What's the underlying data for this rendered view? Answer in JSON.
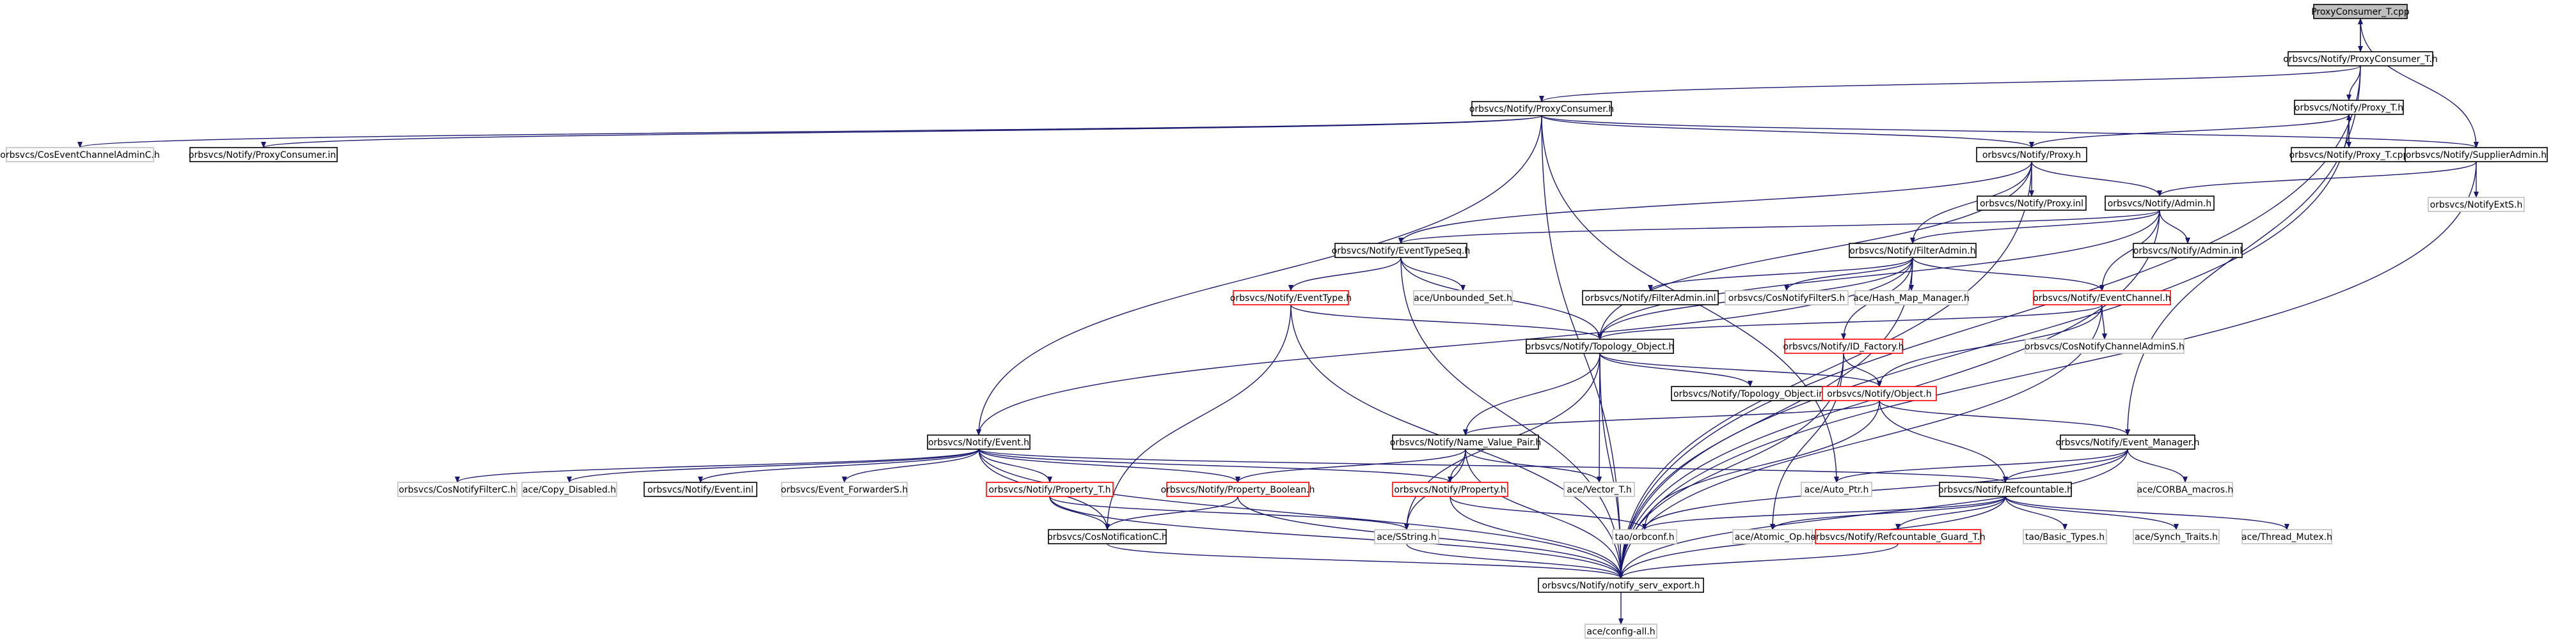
{
  "colors": {
    "edge": "#191970",
    "border_normal": "#000000",
    "border_truncated": "#ff0000",
    "border_external": "#bfbfbf",
    "root_fill": "#bfbfbf",
    "node_fill": "#ffffff"
  },
  "nodes": [
    {
      "id": "root",
      "label": "ProxyConsumer_T.cpp",
      "kind": "root"
    },
    {
      "id": "pct_h",
      "label": "orbsvcs/Notify/ProxyConsumer_T.h",
      "kind": "normal"
    },
    {
      "id": "pc_h",
      "label": "orbsvcs/Notify/ProxyConsumer.h",
      "kind": "normal"
    },
    {
      "id": "proxy_t_h",
      "label": "orbsvcs/Notify/Proxy_T.h",
      "kind": "normal"
    },
    {
      "id": "proxy_t_cpp",
      "label": "orbsvcs/Notify/Proxy_T.cpp",
      "kind": "normal"
    },
    {
      "id": "supadmin_h",
      "label": "orbsvcs/Notify/SupplierAdmin.h",
      "kind": "normal"
    },
    {
      "id": "cosecac",
      "label": "orbsvcs/CosEventChannelAdminC.h",
      "kind": "external"
    },
    {
      "id": "pc_inl",
      "label": "orbsvcs/Notify/ProxyConsumer.inl",
      "kind": "normal"
    },
    {
      "id": "proxy_h",
      "label": "orbsvcs/Notify/Proxy.h",
      "kind": "normal"
    },
    {
      "id": "notifyexts",
      "label": "orbsvcs/NotifyExtS.h",
      "kind": "external"
    },
    {
      "id": "proxy_inl",
      "label": "orbsvcs/Notify/Proxy.inl",
      "kind": "normal"
    },
    {
      "id": "admin_h",
      "label": "orbsvcs/Notify/Admin.h",
      "kind": "normal"
    },
    {
      "id": "evtseq_h",
      "label": "orbsvcs/Notify/EventTypeSeq.h",
      "kind": "normal"
    },
    {
      "id": "filteradmin_h",
      "label": "orbsvcs/Notify/FilterAdmin.h",
      "kind": "normal"
    },
    {
      "id": "admin_inl",
      "label": "orbsvcs/Notify/Admin.inl",
      "kind": "normal"
    },
    {
      "id": "eventtype_h",
      "label": "orbsvcs/Notify/EventType.h",
      "kind": "truncated"
    },
    {
      "id": "unbounded_set",
      "label": "ace/Unbounded_Set.h",
      "kind": "external"
    },
    {
      "id": "filteradmin_inl",
      "label": "orbsvcs/Notify/FilterAdmin.inl",
      "kind": "normal"
    },
    {
      "id": "cosnotifyfilters",
      "label": "orbsvcs/CosNotifyFilterS.h",
      "kind": "external"
    },
    {
      "id": "hash_map",
      "label": "ace/Hash_Map_Manager.h",
      "kind": "external"
    },
    {
      "id": "eventchannel_h",
      "label": "orbsvcs/Notify/EventChannel.h",
      "kind": "truncated"
    },
    {
      "id": "cosnotifychannels",
      "label": "orbsvcs/CosNotifyChannelAdminS.h",
      "kind": "external"
    },
    {
      "id": "topo_h",
      "label": "orbsvcs/Notify/Topology_Object.h",
      "kind": "normal"
    },
    {
      "id": "idfactory_h",
      "label": "orbsvcs/Notify/ID_Factory.h",
      "kind": "truncated"
    },
    {
      "id": "topo_inl",
      "label": "orbsvcs/Notify/Topology_Object.inl",
      "kind": "normal"
    },
    {
      "id": "object_h",
      "label": "orbsvcs/Notify/Object.h",
      "kind": "truncated"
    },
    {
      "id": "event_h",
      "label": "orbsvcs/Notify/Event.h",
      "kind": "normal"
    },
    {
      "id": "nvpair_h",
      "label": "orbsvcs/Notify/Name_Value_Pair.h",
      "kind": "normal"
    },
    {
      "id": "evmgr_h",
      "label": "orbsvcs/Notify/Event_Manager.h",
      "kind": "normal"
    },
    {
      "id": "cosnotifyfilterc",
      "label": "orbsvcs/CosNotifyFilterC.h",
      "kind": "external"
    },
    {
      "id": "copy_disabled",
      "label": "ace/Copy_Disabled.h",
      "kind": "external"
    },
    {
      "id": "event_inl",
      "label": "orbsvcs/Notify/Event.inl",
      "kind": "normal"
    },
    {
      "id": "event_fwd",
      "label": "orbsvcs/Event_ForwarderS.h",
      "kind": "external"
    },
    {
      "id": "property_t_h",
      "label": "orbsvcs/Notify/Property_T.h",
      "kind": "truncated"
    },
    {
      "id": "property_bool_h",
      "label": "orbsvcs/Notify/Property_Boolean.h",
      "kind": "truncated"
    },
    {
      "id": "property_h",
      "label": "orbsvcs/Notify/Property.h",
      "kind": "truncated"
    },
    {
      "id": "vector_t",
      "label": "ace/Vector_T.h",
      "kind": "external"
    },
    {
      "id": "auto_ptr",
      "label": "ace/Auto_Ptr.h",
      "kind": "external"
    },
    {
      "id": "refcountable_h",
      "label": "orbsvcs/Notify/Refcountable.h",
      "kind": "normal"
    },
    {
      "id": "corba_macros",
      "label": "ace/CORBA_macros.h",
      "kind": "external"
    },
    {
      "id": "cosnotificationc",
      "label": "orbsvcs/CosNotificationC.h",
      "kind": "normal"
    },
    {
      "id": "sstring",
      "label": "ace/SString.h",
      "kind": "external"
    },
    {
      "id": "orbconf",
      "label": "tao/orbconf.h",
      "kind": "external"
    },
    {
      "id": "atomic_op",
      "label": "ace/Atomic_Op.h",
      "kind": "external"
    },
    {
      "id": "refguard_h",
      "label": "orbsvcs/Notify/Refcountable_Guard_T.h",
      "kind": "truncated"
    },
    {
      "id": "basic_types",
      "label": "tao/Basic_Types.h",
      "kind": "external"
    },
    {
      "id": "synch_traits",
      "label": "ace/Synch_Traits.h",
      "kind": "external"
    },
    {
      "id": "thread_mutex",
      "label": "ace/Thread_Mutex.h",
      "kind": "external"
    },
    {
      "id": "serv_export",
      "label": "orbsvcs/Notify/notify_serv_export.h",
      "kind": "normal"
    },
    {
      "id": "config_all",
      "label": "ace/config-all.h",
      "kind": "external"
    }
  ],
  "edges": [
    [
      "root",
      "pct_h"
    ],
    [
      "pct_h",
      "root"
    ],
    [
      "root",
      "supadmin_h"
    ],
    [
      "pct_h",
      "pc_h"
    ],
    [
      "pct_h",
      "proxy_t_h"
    ],
    [
      "pct_h",
      "evmgr_h"
    ],
    [
      "pct_h",
      "serv_export"
    ],
    [
      "proxy_t_h",
      "proxy_t_cpp"
    ],
    [
      "proxy_t_cpp",
      "proxy_t_h"
    ],
    [
      "proxy_t_h",
      "proxy_h"
    ],
    [
      "proxy_t_h",
      "serv_export"
    ],
    [
      "pc_h",
      "cosecac"
    ],
    [
      "pc_h",
      "pc_inl"
    ],
    [
      "pc_h",
      "proxy_h"
    ],
    [
      "pc_h",
      "supadmin_h"
    ],
    [
      "pc_h",
      "event_h"
    ],
    [
      "pc_h",
      "auto_ptr"
    ],
    [
      "pc_h",
      "serv_export"
    ],
    [
      "supadmin_h",
      "admin_h"
    ],
    [
      "supadmin_h",
      "notifyexts"
    ],
    [
      "supadmin_h",
      "serv_export"
    ],
    [
      "proxy_h",
      "proxy_inl"
    ],
    [
      "proxy_h",
      "admin_h"
    ],
    [
      "proxy_h",
      "evtseq_h"
    ],
    [
      "proxy_h",
      "filteradmin_h"
    ],
    [
      "proxy_h",
      "topo_h"
    ],
    [
      "proxy_h",
      "serv_export"
    ],
    [
      "admin_h",
      "admin_inl"
    ],
    [
      "admin_h",
      "filteradmin_h"
    ],
    [
      "admin_h",
      "eventchannel_h"
    ],
    [
      "admin_h",
      "evtseq_h"
    ],
    [
      "admin_h",
      "topo_h"
    ],
    [
      "admin_h",
      "serv_export"
    ],
    [
      "evtseq_h",
      "eventtype_h"
    ],
    [
      "evtseq_h",
      "unbounded_set"
    ],
    [
      "evtseq_h",
      "topo_h"
    ],
    [
      "evtseq_h",
      "serv_export"
    ],
    [
      "filteradmin_h",
      "filteradmin_inl"
    ],
    [
      "filteradmin_h",
      "cosnotifyfilters"
    ],
    [
      "filteradmin_h",
      "hash_map"
    ],
    [
      "filteradmin_h",
      "eventchannel_h"
    ],
    [
      "filteradmin_h",
      "idfactory_h"
    ],
    [
      "filteradmin_h",
      "topo_h"
    ],
    [
      "filteradmin_h",
      "event_h"
    ],
    [
      "filteradmin_h",
      "serv_export"
    ],
    [
      "eventchannel_h",
      "cosnotifychannels"
    ],
    [
      "eventchannel_h",
      "object_h"
    ],
    [
      "eventchannel_h",
      "topo_h"
    ],
    [
      "eventchannel_h",
      "serv_export"
    ],
    [
      "eventtype_h",
      "topo_h"
    ],
    [
      "eventtype_h",
      "cosnotificationc"
    ],
    [
      "eventtype_h",
      "serv_export"
    ],
    [
      "topo_h",
      "topo_inl"
    ],
    [
      "topo_h",
      "object_h"
    ],
    [
      "topo_h",
      "nvpair_h"
    ],
    [
      "topo_h",
      "vector_t"
    ],
    [
      "topo_h",
      "sstring"
    ],
    [
      "topo_h",
      "serv_export"
    ],
    [
      "idfactory_h",
      "object_h"
    ],
    [
      "idfactory_h",
      "atomic_op"
    ],
    [
      "idfactory_h",
      "serv_export"
    ],
    [
      "object_h",
      "nvpair_h"
    ],
    [
      "object_h",
      "evmgr_h"
    ],
    [
      "object_h",
      "refcountable_h"
    ],
    [
      "object_h",
      "orbconf"
    ],
    [
      "event_h",
      "cosnotifyfilterc"
    ],
    [
      "event_h",
      "copy_disabled"
    ],
    [
      "event_h",
      "event_inl"
    ],
    [
      "event_h",
      "event_fwd"
    ],
    [
      "event_h",
      "property_t_h"
    ],
    [
      "event_h",
      "property_bool_h"
    ],
    [
      "event_h",
      "property_h"
    ],
    [
      "event_h",
      "refcountable_h"
    ],
    [
      "event_h",
      "cosnotificationc"
    ],
    [
      "event_h",
      "serv_export"
    ],
    [
      "nvpair_h",
      "property_h"
    ],
    [
      "nvpair_h",
      "property_bool_h"
    ],
    [
      "nvpair_h",
      "vector_t"
    ],
    [
      "nvpair_h",
      "sstring"
    ],
    [
      "nvpair_h",
      "serv_export"
    ],
    [
      "evmgr_h",
      "auto_ptr"
    ],
    [
      "evmgr_h",
      "refcountable_h"
    ],
    [
      "evmgr_h",
      "corba_macros"
    ],
    [
      "evmgr_h",
      "orbconf"
    ],
    [
      "evmgr_h",
      "serv_export"
    ],
    [
      "property_t_h",
      "cosnotificationc"
    ],
    [
      "property_t_h",
      "sstring"
    ],
    [
      "property_t_h",
      "serv_export"
    ],
    [
      "property_bool_h",
      "cosnotificationc"
    ],
    [
      "property_bool_h",
      "serv_export"
    ],
    [
      "property_h",
      "orbconf"
    ],
    [
      "property_h",
      "serv_export"
    ],
    [
      "refcountable_h",
      "atomic_op"
    ],
    [
      "refcountable_h",
      "refguard_h"
    ],
    [
      "refcountable_h",
      "basic_types"
    ],
    [
      "refcountable_h",
      "synch_traits"
    ],
    [
      "refcountable_h",
      "thread_mutex"
    ],
    [
      "refcountable_h",
      "orbconf"
    ],
    [
      "refcountable_h",
      "serv_export"
    ],
    [
      "refguard_h",
      "serv_export"
    ],
    [
      "cosnotificationc",
      "serv_export"
    ],
    [
      "sstring",
      "serv_export"
    ],
    [
      "serv_export",
      "config_all"
    ]
  ]
}
